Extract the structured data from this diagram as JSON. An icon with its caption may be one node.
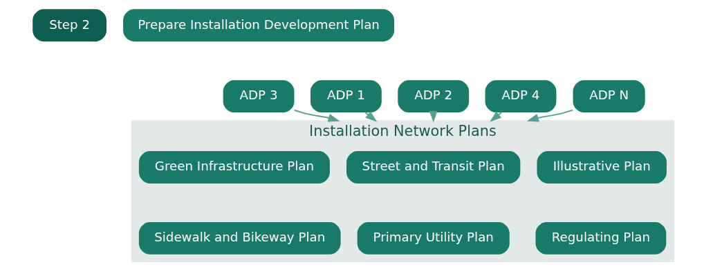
{
  "diagram": {
    "nodes": [
      {
        "text": [
          "Step 2"
        ]
      },
      {
        "text": [
          "Prepare Installation Development Plan"
        ]
      },
      {
        "text": [
          "ADP 1"
        ]
      },
      {
        "text": [
          "ADP 2"
        ]
      },
      {
        "text": [
          "ADP 3"
        ]
      },
      {
        "text": [
          "ADP 4"
        ]
      },
      {
        "text": [
          "ADP N"
        ]
      },
      {
        "text": [
          "Installation Network Plans"
        ]
      },
      {
        "text": [
          "Illustrative Plan"
        ],
        "in": 7
      },
      {
        "text": [
          "Street and Transit Plan"
        ],
        "in": 7
      },
      {
        "text": [
          "Green Infrastructure Plan"
        ],
        "in": 7
      },
      {
        "text": [
          "Regulating Plan"
        ],
        "in": 7
      },
      {
        "text": [
          "Primary Utility Plan"
        ],
        "in": 7
      },
      {
        "text": [
          "Sidewalk and Bikeway Plan"
        ],
        "in": 7
      }
    ],
    "edges": [
      {
        "from": 2,
        "to": 7,
        "arrow": "to"
      },
      {
        "from": 3,
        "to": 7,
        "arrow": "to"
      },
      {
        "from": 4,
        "to": 7,
        "arrow": "to"
      },
      {
        "from": 5,
        "to": 7,
        "arrow": "to"
      },
      {
        "from": 6,
        "to": 7,
        "arrow": "to"
      }
    ]
  }
}
